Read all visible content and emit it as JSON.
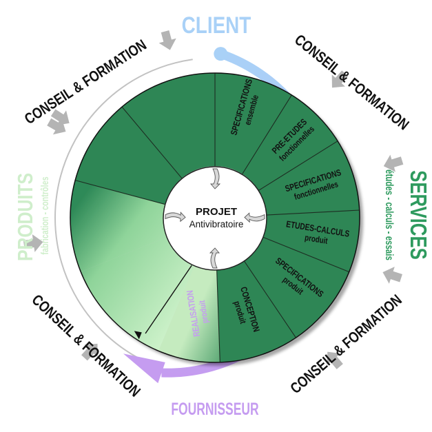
{
  "diagram": {
    "top_label": "CLIENT",
    "bottom_label": "FOURNISSEUR",
    "right_label": {
      "title": "SERVICES",
      "subtitle": "études - calculs - essais"
    },
    "left_label": {
      "title": "PRODUITS",
      "subtitle": "fabrication - contrôles"
    },
    "corner_labels": [
      "CONSEIL & FORMATION",
      "CONSEIL & FORMATION",
      "CONSEIL & FORMATION",
      "CONSEIL & FORMATION"
    ],
    "center": {
      "title": "PROJET",
      "subtitle": "Antivibratoire"
    },
    "segments": [
      {
        "line1": "SPECIFICATIONS",
        "line2": "ensemble"
      },
      {
        "line1": "PRE-ETUDES",
        "line2": "fonctionnelles"
      },
      {
        "line1": "SPECIFICATIONS",
        "line2": "fonctionnelles"
      },
      {
        "line1": "ETUDES-CALCULS",
        "line2": "produit"
      },
      {
        "line1": "SPECIFICATIONS",
        "line2": "produit"
      },
      {
        "line1": "CONCEPTION",
        "line2": "produit"
      },
      {
        "line1": "REALISATION",
        "line2": "produit"
      }
    ],
    "colors": {
      "segment_green": "#2d8655",
      "light_green": "#c9f0c6",
      "client_blue": "#a9d1f7",
      "fournisseur_purple": "#c59cf0",
      "services_green": "#2e9a5e",
      "produits_green": "#cfeecb",
      "gray_arrow": "#b4b4b4"
    }
  }
}
